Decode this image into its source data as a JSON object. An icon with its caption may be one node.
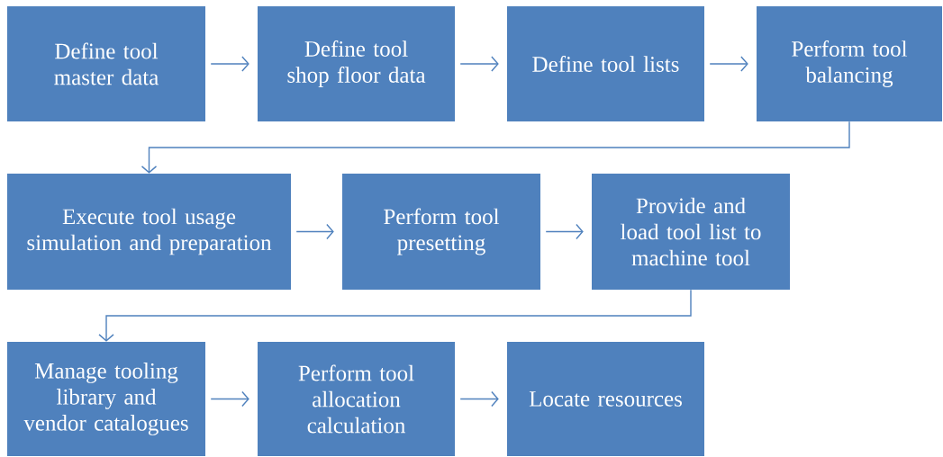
{
  "diagram": {
    "nodes": [
      {
        "text": [
          "Define tool master data"
        ]
      },
      {
        "text": [
          "Define tool shop floor data"
        ]
      },
      {
        "text": [
          "Define tool lists"
        ]
      },
      {
        "text": [
          "Perform tool balancing"
        ]
      },
      {
        "text": [
          "Execute tool usage simulation and preparation"
        ]
      },
      {
        "text": [
          "Perform tool presetting"
        ]
      },
      {
        "text": [
          "Provide and load tool list to machine tool"
        ]
      },
      {
        "text": [
          "Manage tooling library and vendor catalogues"
        ]
      },
      {
        "text": [
          "Perform tool allocation calculation"
        ]
      },
      {
        "text": [
          "Locate resources"
        ]
      }
    ],
    "edges": [
      {
        "from": 0,
        "to": 1,
        "arrow": "to"
      },
      {
        "from": 1,
        "to": 2,
        "arrow": "to"
      },
      {
        "from": 2,
        "to": 3,
        "arrow": "to"
      },
      {
        "from": 3,
        "to": 4,
        "arrow": "to"
      },
      {
        "from": 4,
        "to": 5,
        "arrow": "to"
      },
      {
        "from": 5,
        "to": 6,
        "arrow": "to"
      },
      {
        "from": 6,
        "to": 7,
        "arrow": "to"
      },
      {
        "from": 7,
        "to": 8,
        "arrow": "to"
      },
      {
        "from": 8,
        "to": 9,
        "arrow": "to"
      }
    ]
  }
}
